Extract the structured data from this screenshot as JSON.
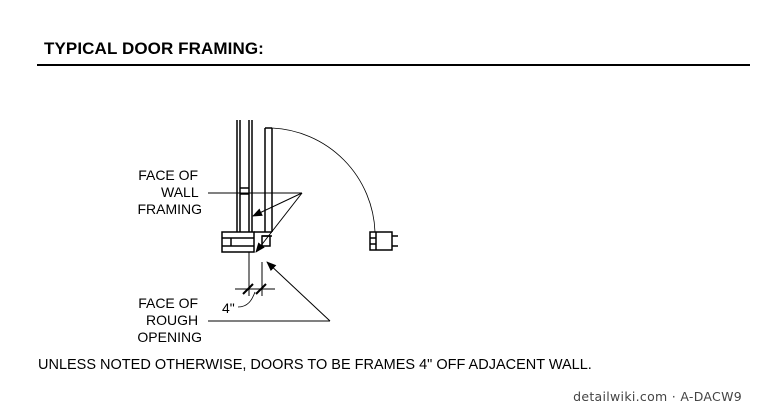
{
  "title": "TYPICAL DOOR FRAMING:",
  "labels": {
    "face_of_wall_framing": [
      "FACE OF",
      "WALL",
      "FRAMING"
    ],
    "face_of_rough_opening": [
      "FACE OF",
      "ROUGH",
      "OPENING"
    ],
    "dimension": "4\""
  },
  "note": "UNLESS NOTED OTHERWISE, DOORS TO BE FRAMES 4\" OFF ADJACENT WALL.",
  "credit": "detailwiki.com · A-DACW9"
}
